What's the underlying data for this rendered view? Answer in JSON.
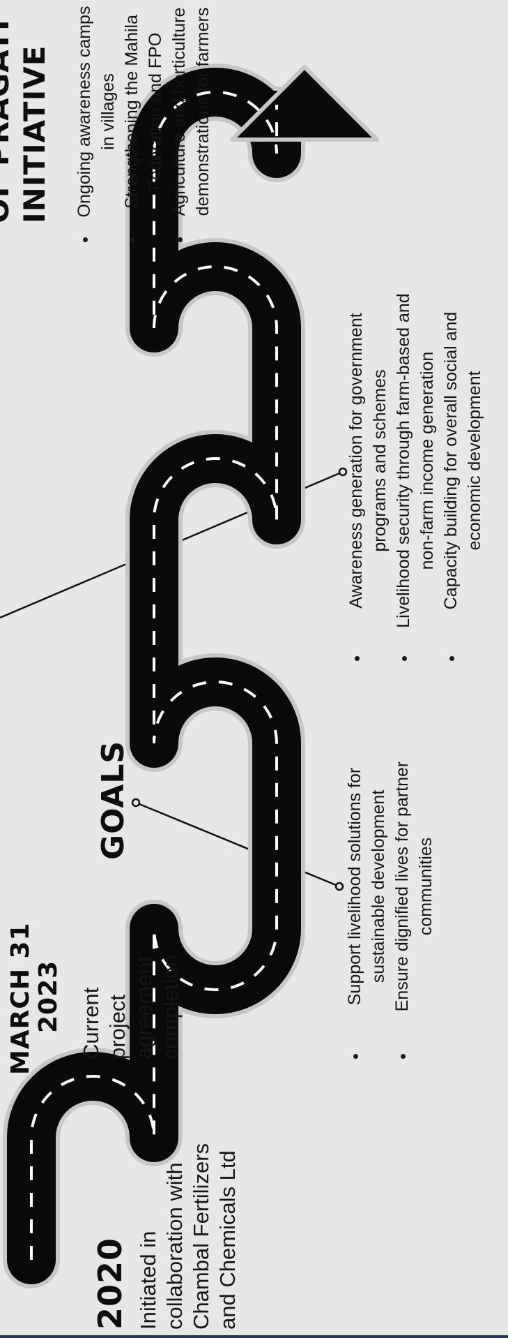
{
  "milestone_2020": {
    "year": "2020",
    "description": "Initiated in collaboration with Chambal Fertilizers and Chemicals Ltd"
  },
  "milestone_march": {
    "title_line1": "MARCH 31",
    "title_line2": "2023",
    "description": "Current project agreement completion"
  },
  "goals": {
    "title": "GOALS",
    "bullets_a": [
      "Support livelihood solutions for sustainable development",
      "Ensure dignified lives for partner communities"
    ],
    "bullets_b": [
      "Awareness generation for government programs and schemes",
      "Livelihood security through farm-based and non-farm income generation",
      "Capacity building for overall social and economic development"
    ]
  },
  "initiative": {
    "title_line1": "OF PRAGATI",
    "title_line2": "INITIATIVE",
    "bullets": [
      "Ongoing awareness camps in villages",
      "Strengthening the Mahila Federation and FPO",
      "Agriculture and horticulture demonstrations for farmers"
    ]
  },
  "colors": {
    "background": "#e5e7e9",
    "road": "#0a0a0a",
    "road_border": "#c9c7c2",
    "lane_marking": "#ffffff",
    "bottom_bar": "#1e3a63"
  }
}
